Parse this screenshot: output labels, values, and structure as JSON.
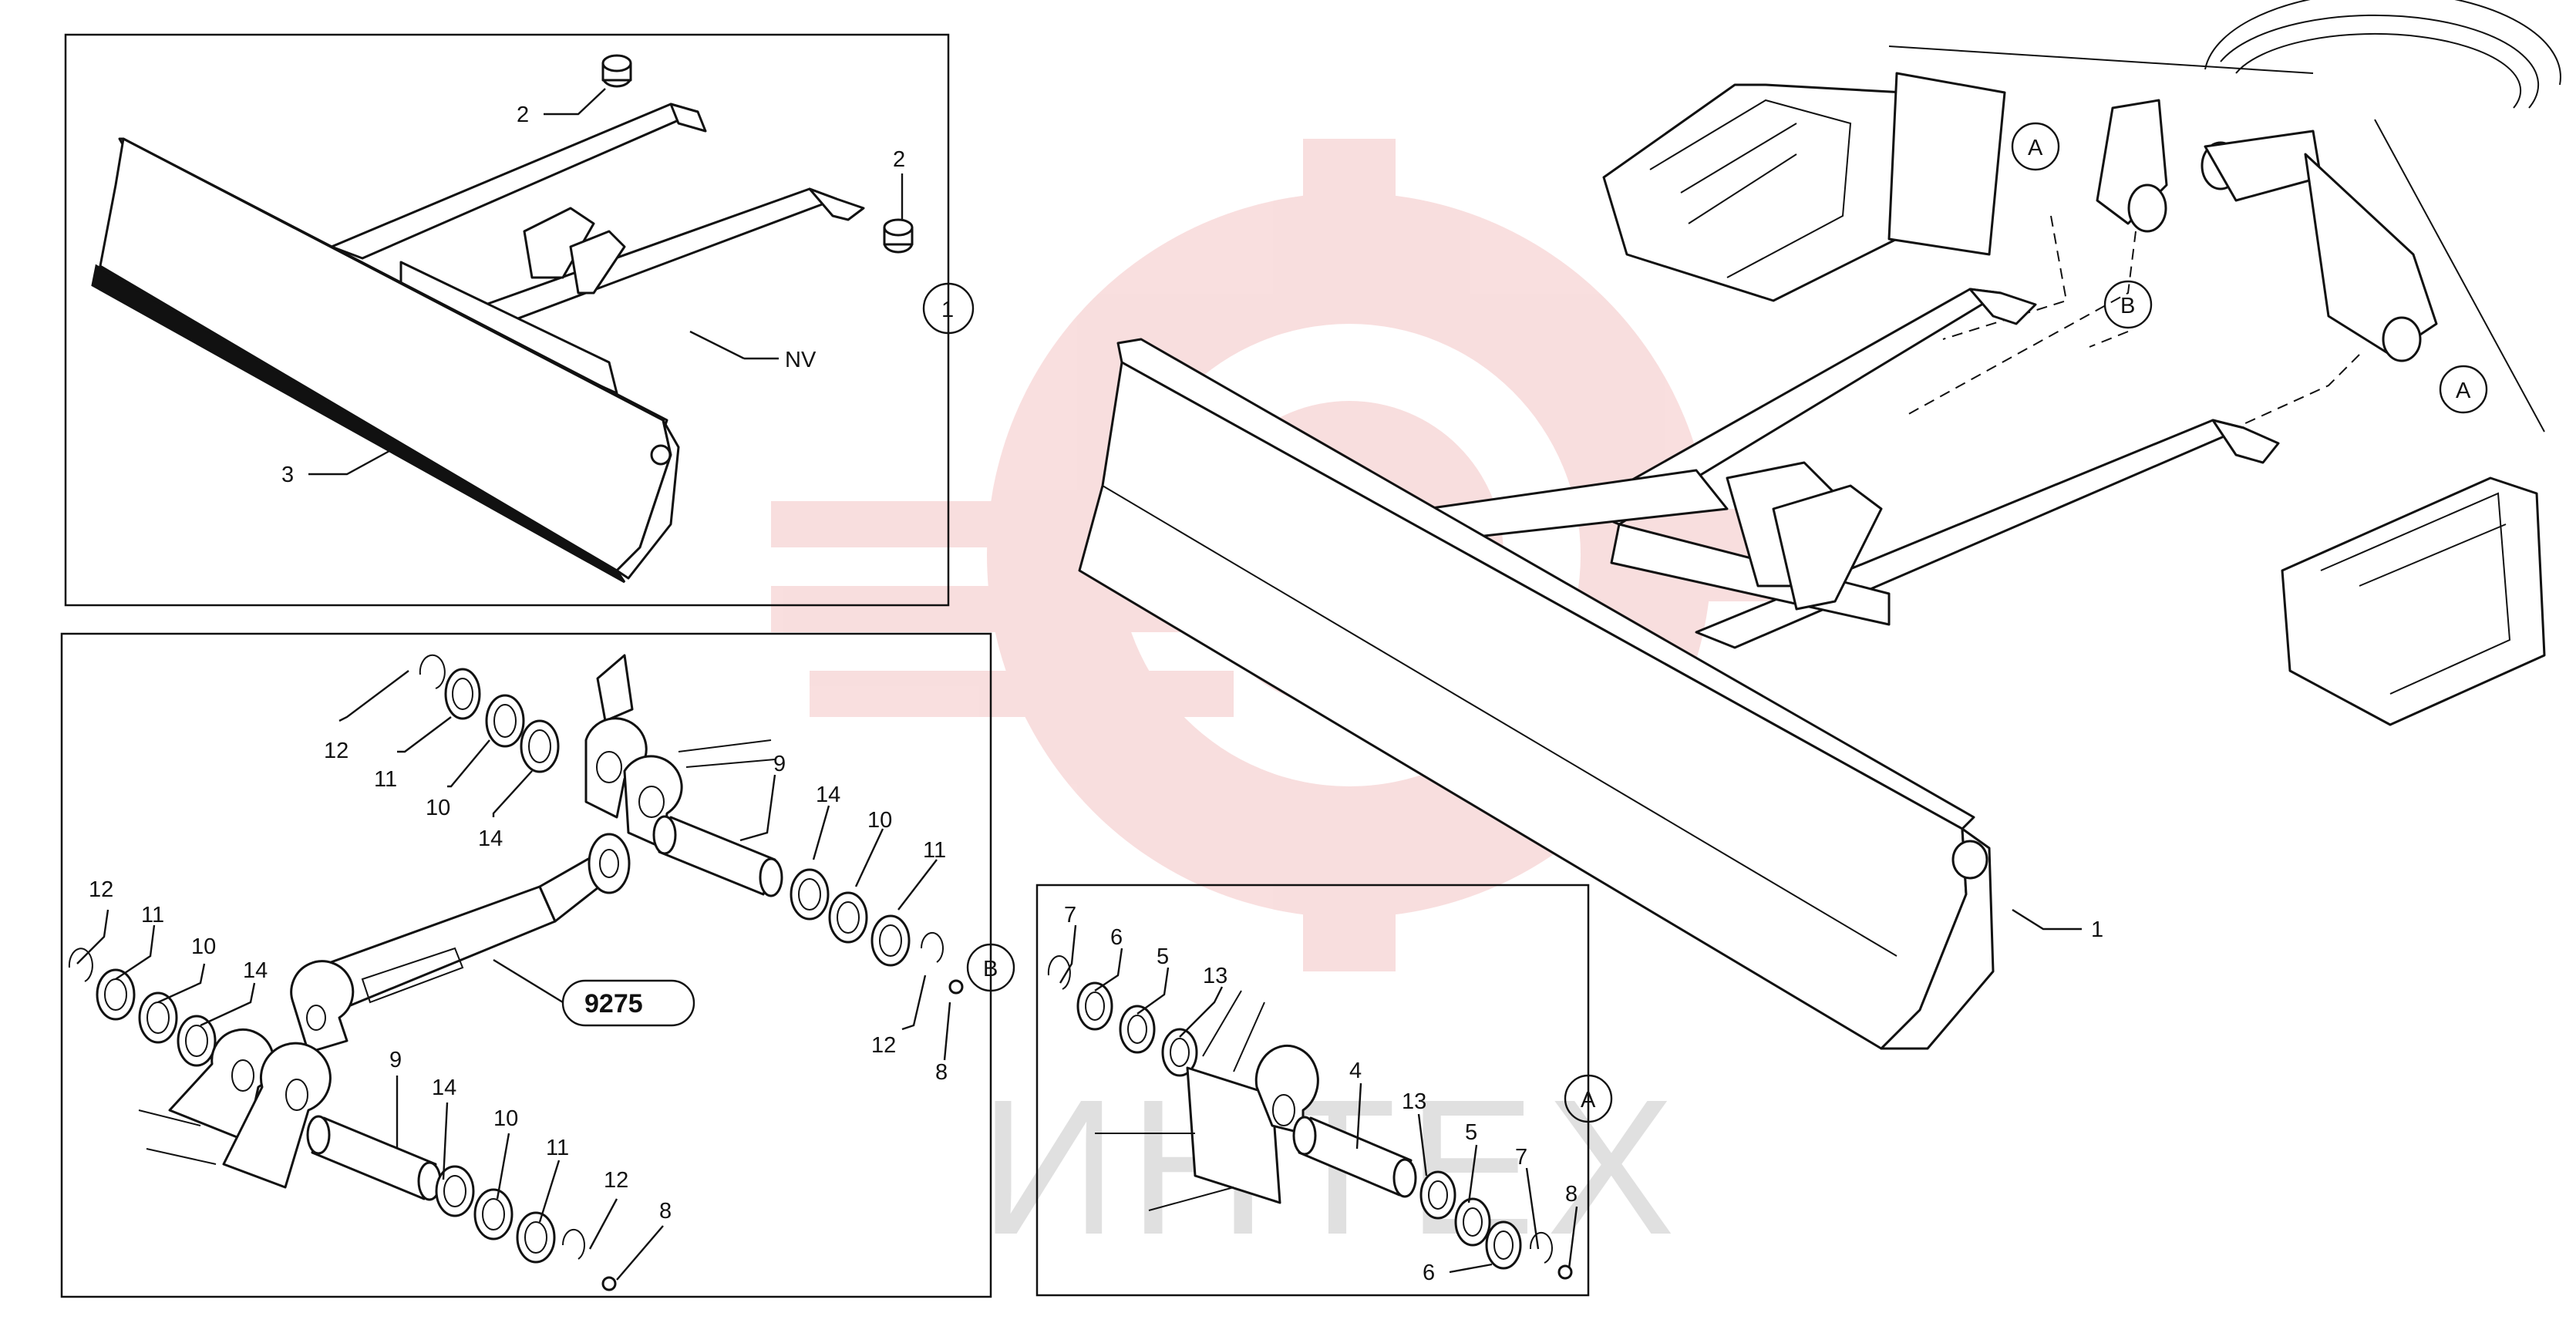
{
  "diagram": {
    "watermark_text": "ИНТЕХ",
    "colors": {
      "line": "#111111",
      "background": "#ffffff",
      "watermark_red": "#f2b8b8",
      "watermark_gray": "#e2e2e2"
    },
    "panel_top_left": {
      "labels": [
        "2",
        "2",
        "NV",
        "3"
      ],
      "callout": "1"
    },
    "panel_bottom_left": {
      "labels_upper": [
        "12",
        "11",
        "10",
        "14"
      ],
      "labels_pin": [
        "9",
        "14",
        "10",
        "11",
        "12",
        "8"
      ],
      "labels_left": [
        "12",
        "11",
        "10",
        "14"
      ],
      "labels_lower": [
        "9",
        "14",
        "10",
        "11",
        "12",
        "8"
      ],
      "ref_box": "9275",
      "callout": "B"
    },
    "panel_bottom_right": {
      "labels_top": [
        "7",
        "6",
        "5",
        "13"
      ],
      "labels_pin": [
        "4",
        "13",
        "5",
        "7",
        "8",
        "6"
      ],
      "callout": "A"
    },
    "main": {
      "blade_label": "1",
      "callouts": [
        "A",
        "B",
        "A"
      ]
    }
  }
}
